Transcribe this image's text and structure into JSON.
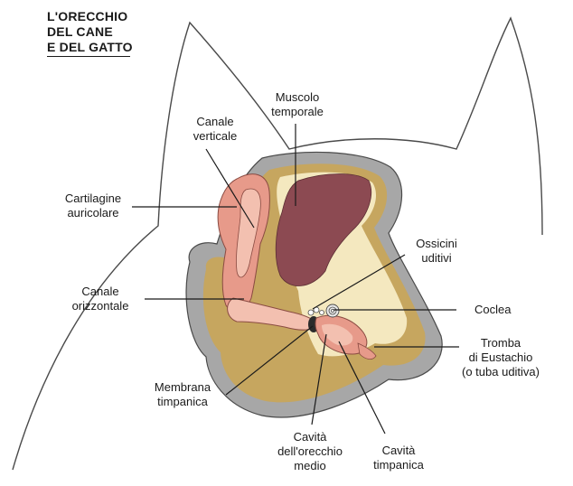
{
  "title": {
    "line1": "L'ORECCHIO",
    "line2": "DEL CANE",
    "line3": "E DEL GATTO"
  },
  "labels": {
    "muscolo_1": "Muscolo",
    "muscolo_2": "temporale",
    "canale_vert_1": "Canale",
    "canale_vert_2": "verticale",
    "cartilagine_1": "Cartilagine",
    "cartilagine_2": "auricolare",
    "ossicini_1": "Ossicini",
    "ossicini_2": "uditivi",
    "canale_orizz_1": "Canale",
    "canale_orizz_2": "orizzontale",
    "coclea": "Coclea",
    "tromba_1": "Tromba",
    "tromba_2": "di Eustachio",
    "tromba_3": "(o tuba uditiva)",
    "membrana_1": "Membrana",
    "membrana_2": "timpanica",
    "cavita_om_1": "Cavità",
    "cavita_om_2": "dell'orecchio",
    "cavita_om_3": "medio",
    "cavita_tim_1": "Cavità",
    "cavita_tim_2": "timpanica"
  },
  "colors": {
    "outline": "#4a4a4a",
    "skull_ring": "#a7a7a7",
    "bone": "#c6a65f",
    "fat": "#f4e8bf",
    "muscle": "#8c4a52",
    "cartilage": "#e79a8a",
    "canal_light": "#f3c0b0"
  }
}
